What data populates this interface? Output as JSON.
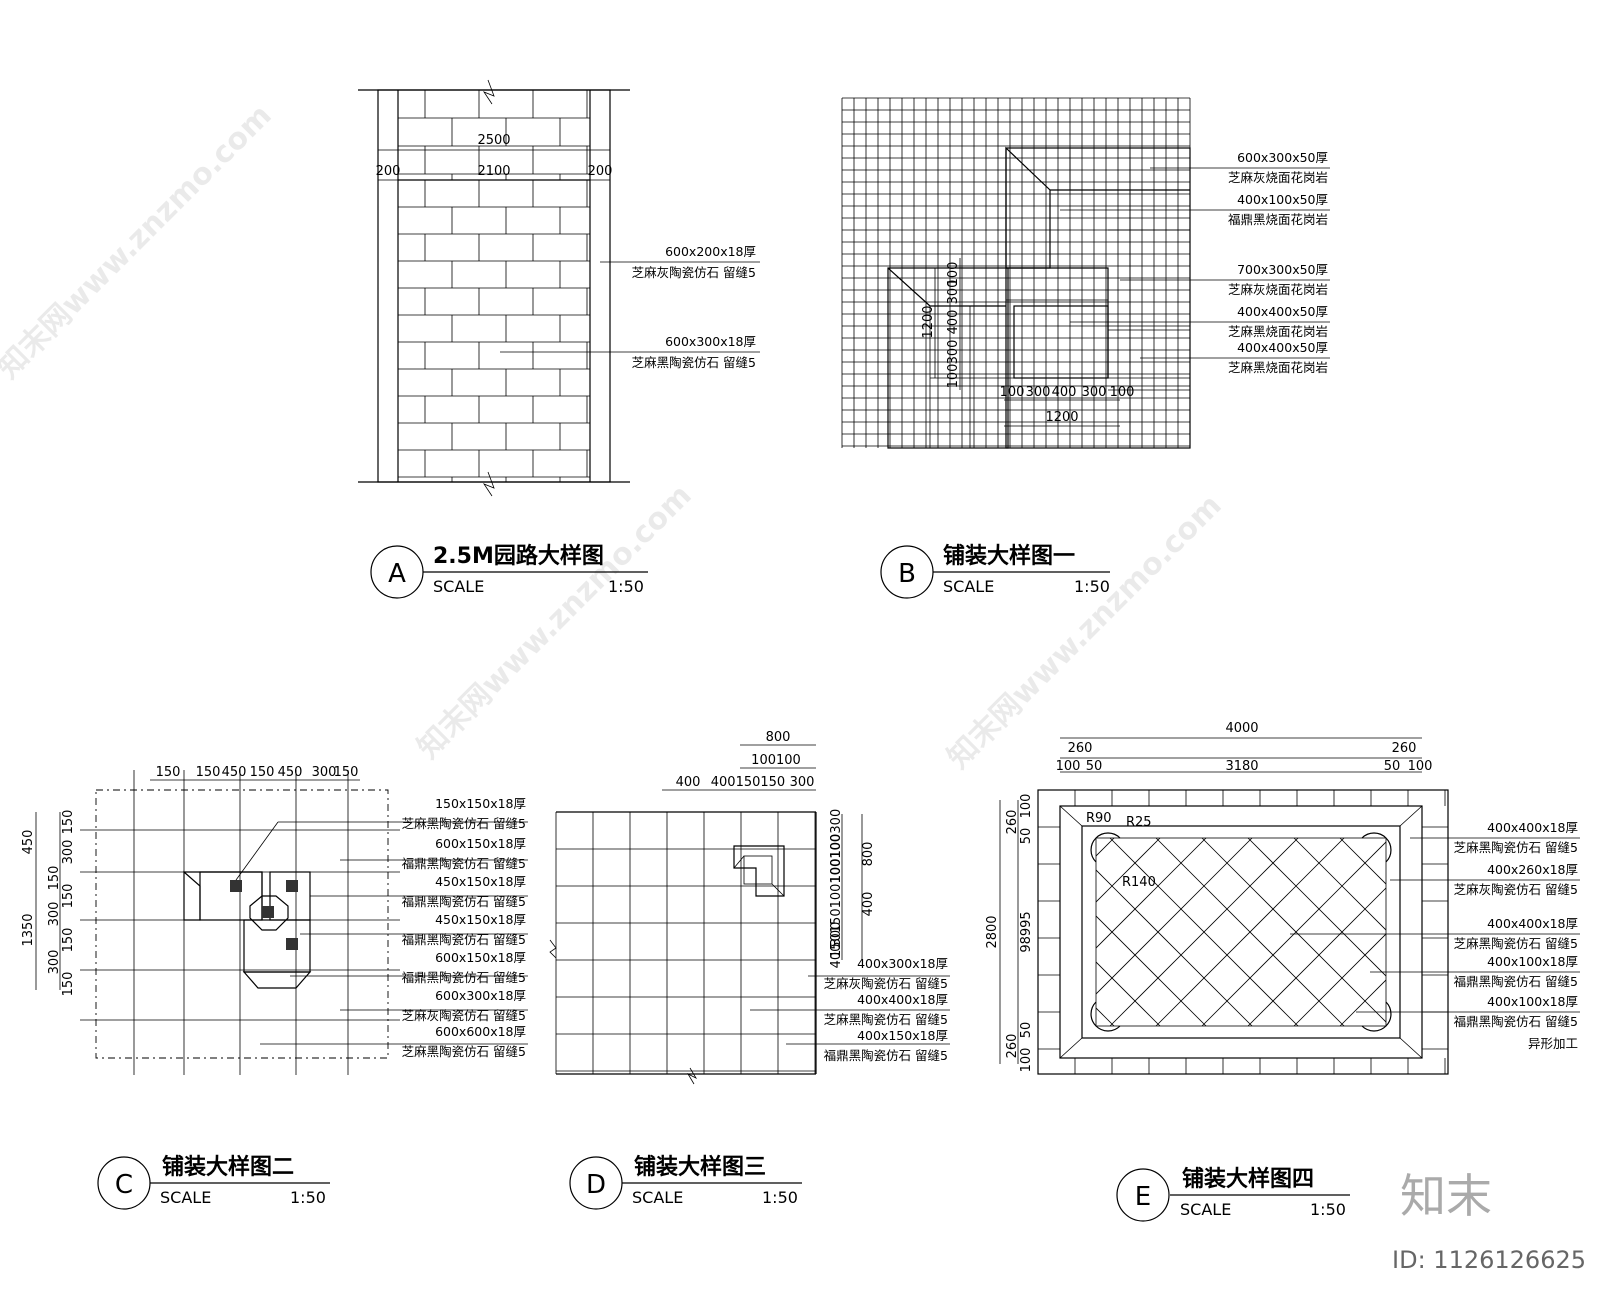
{
  "panels": {
    "A": {
      "letter": "A",
      "title": "2.5M园路大样图",
      "scale_label": "SCALE",
      "scale_value": "1:50",
      "dims": {
        "total": "2500",
        "left": "200",
        "mid": "2100",
        "right": "200"
      },
      "notes": [
        {
          "size": "600x200x18厚",
          "mat": "芝麻灰陶瓷仿石 留缝5"
        },
        {
          "size": "600x300x18厚",
          "mat": "芝麻黑陶瓷仿石 留缝5"
        }
      ]
    },
    "B": {
      "letter": "B",
      "title": "铺装大样图一",
      "scale_label": "SCALE",
      "scale_value": "1:50",
      "dims_v": [
        "100",
        "300",
        "400",
        "300",
        "100"
      ],
      "dim_v_total": "1200",
      "dims_h": [
        "100",
        "300",
        "400",
        "300",
        "100"
      ],
      "dim_h_total": "1200",
      "notes": [
        {
          "size": "600x300x50厚",
          "mat": "芝麻灰烧面花岗岩"
        },
        {
          "size": "400x100x50厚",
          "mat": "福鼎黑烧面花岗岩"
        },
        {
          "size": "700x300x50厚",
          "mat": "芝麻灰烧面花岗岩"
        },
        {
          "size": "400x400x50厚",
          "mat": "芝麻黑烧面花岗岩"
        },
        {
          "size": "400x400x50厚",
          "mat": "芝麻黑烧面花岗岩"
        }
      ]
    },
    "C": {
      "letter": "C",
      "title": "铺装大样图二",
      "scale_label": "SCALE",
      "scale_value": "1:50",
      "dims_top": [
        "150",
        "150",
        "450",
        "150",
        "450",
        "300",
        "150"
      ],
      "dims_left": [
        "150",
        "300",
        "150",
        "150",
        "300",
        "150",
        "300",
        "150"
      ],
      "dims_left_total": [
        "450",
        "1350"
      ],
      "notes": [
        {
          "size": "150x150x18厚",
          "mat": "芝麻黑陶瓷仿石 留缝5"
        },
        {
          "size": "600x150x18厚",
          "mat": "福鼎黑陶瓷仿石 留缝5"
        },
        {
          "size": "450x150x18厚",
          "mat": "福鼎黑陶瓷仿石 留缝5"
        },
        {
          "size": "450x150x18厚",
          "mat": "福鼎黑陶瓷仿石 留缝5"
        },
        {
          "size": "600x150x18厚",
          "mat": "福鼎黑陶瓷仿石 留缝5"
        },
        {
          "size": "600x300x18厚",
          "mat": "芝麻灰陶瓷仿石 留缝5"
        },
        {
          "size": "600x600x18厚",
          "mat": "芝麻黑陶瓷仿石 留缝5"
        }
      ]
    },
    "D": {
      "letter": "D",
      "title": "铺装大样图三",
      "scale_label": "SCALE",
      "scale_value": "1:50",
      "dims_top": [
        "800",
        "100100",
        "400",
        "400150150",
        "300"
      ],
      "dims_right": [
        "100100300",
        "800",
        "150150100100100",
        "400",
        "300",
        "400"
      ],
      "notes": [
        {
          "size": "400x300x18厚",
          "mat": "芝麻灰陶瓷仿石 留缝5"
        },
        {
          "size": "400x400x18厚",
          "mat": "芝麻黑陶瓷仿石 留缝5"
        },
        {
          "size": "400x150x18厚",
          "mat": "福鼎黑陶瓷仿石 留缝5"
        }
      ]
    },
    "E": {
      "letter": "E",
      "title": "铺装大样图四",
      "scale_label": "SCALE",
      "scale_value": "1:50",
      "dims_top": {
        "total": "4000",
        "a": "260",
        "b": "260",
        "c": "100",
        "d": "50",
        "mid": "3180",
        "e": "50",
        "f": "100"
      },
      "dims_left": {
        "total": "2800",
        "a": "260",
        "b": "100",
        "c": "50",
        "mid": "98995",
        "d": "50",
        "e": "260",
        "f": "100"
      },
      "radii": [
        "R90",
        "R25",
        "R140"
      ],
      "notes": [
        {
          "size": "400x400x18厚",
          "mat": "芝麻黑陶瓷仿石 留缝5"
        },
        {
          "size": "400x260x18厚",
          "mat": "芝麻灰陶瓷仿石 留缝5"
        },
        {
          "size": "400x400x18厚",
          "mat": "芝麻黑陶瓷仿石 留缝5"
        },
        {
          "size": "400x100x18厚",
          "mat": "福鼎黑陶瓷仿石 留缝5"
        },
        {
          "size": "400x100x18厚",
          "mat": "福鼎黑陶瓷仿石 留缝5"
        }
      ],
      "extra_note": "异形加工"
    }
  },
  "watermark": "知末网www.znzmo.com",
  "brand": "知末",
  "id_label": "ID: 1126126625"
}
